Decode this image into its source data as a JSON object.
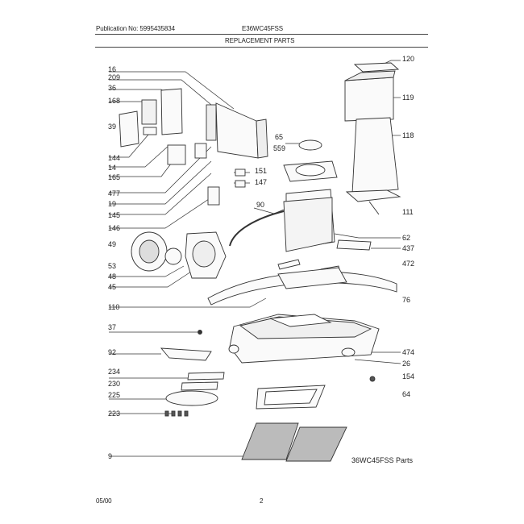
{
  "header": {
    "publication": "Publication No: 5995435834",
    "model": "E36WC45FSS",
    "section_title": "REPLACEMENT PARTS"
  },
  "diagram": {
    "left_labels": [
      "16",
      "209",
      "36",
      "168",
      "39",
      "144",
      "14",
      "165",
      "477",
      "19",
      "145",
      "146",
      "49",
      "53",
      "48",
      "45",
      "110",
      "37",
      "92",
      "234",
      "230",
      "225",
      "223",
      "9"
    ],
    "center_labels": [
      "65",
      "559",
      "151",
      "147",
      "90"
    ],
    "right_labels": [
      "120",
      "119",
      "118",
      "111",
      "62",
      "437",
      "472",
      "76",
      "474",
      "26",
      "154",
      "64"
    ],
    "caption": "36WC45FSS Parts"
  },
  "footer": {
    "date": "05/00",
    "page": "2"
  }
}
